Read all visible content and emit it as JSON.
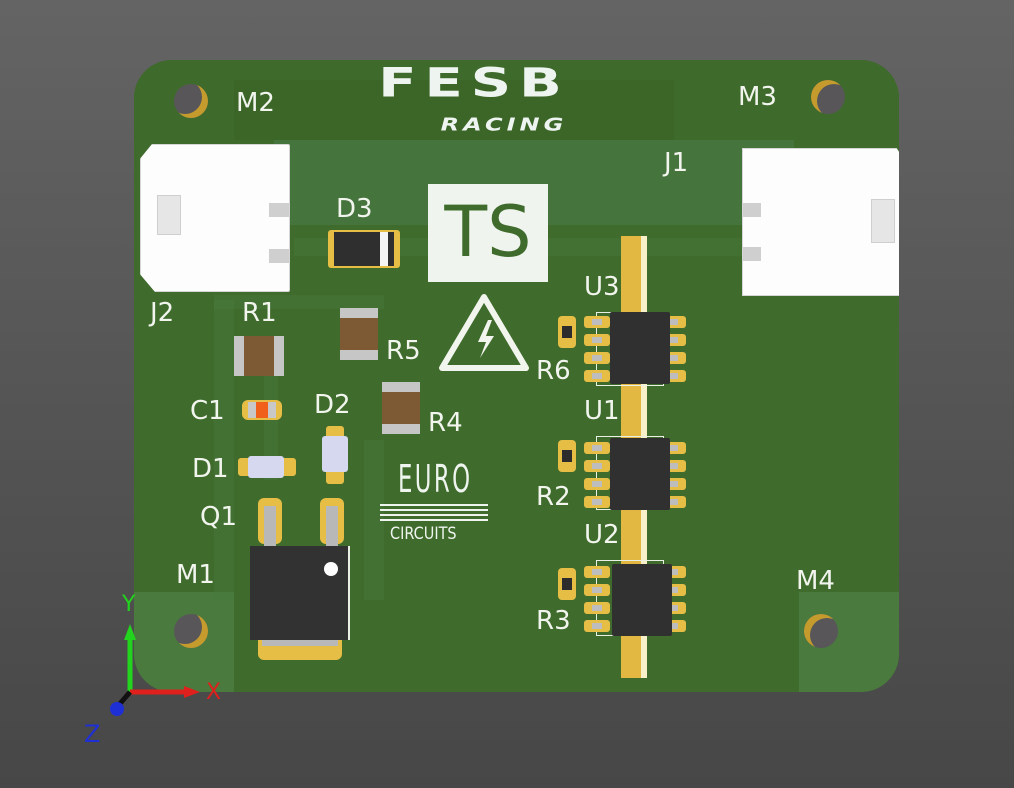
{
  "scene": {
    "type": "3D PCB render",
    "background_color": "#5a5a5a",
    "board_color": "#3f6b2c"
  },
  "logo": {
    "brand_top": "FESB",
    "brand_bottom": "RACING"
  },
  "ts_badge": {
    "text": "TS"
  },
  "warning": {
    "icon": "high-voltage-icon",
    "glyph": "⚡"
  },
  "fab_logo": {
    "top": "EURO",
    "bottom": "CIRCUITS"
  },
  "designators": {
    "M1": "M1",
    "M2": "M2",
    "M3": "M3",
    "M4": "M4",
    "J1": "J1",
    "J2": "J2",
    "D1": "D1",
    "D2": "D2",
    "D3": "D3",
    "R1": "R1",
    "R2": "R2",
    "R3": "R3",
    "R4": "R4",
    "R5": "R5",
    "R6": "R6",
    "C1": "C1",
    "Q1": "Q1",
    "U1": "U1",
    "U2": "U2",
    "U3": "U3"
  },
  "axes": {
    "x": {
      "label": "X",
      "color": "#e0201c"
    },
    "y": {
      "label": "Y",
      "color": "#22d41d"
    },
    "z": {
      "label": "Z",
      "color": "#1f2fd6"
    }
  },
  "colors": {
    "copper_pad": "#e6bd45",
    "silkscreen": "#f1f5ee",
    "resistor_body": "#7d5a34",
    "ic_body": "#303030",
    "capacitor_body": "#f0601a",
    "diode_body": "#d6d8f0"
  }
}
